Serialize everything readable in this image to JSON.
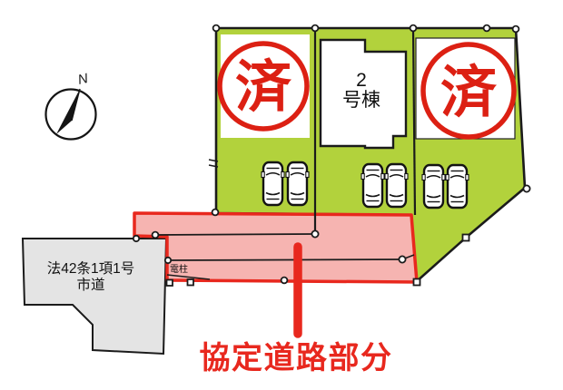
{
  "diagram": {
    "compass_label": "N",
    "lots": {
      "lot1_stamp": "済",
      "lot2_label_line1": "2",
      "lot2_label_line2": "号棟",
      "lot3_stamp": "済"
    },
    "city_road_label_line1": "法42条1項1号",
    "city_road_label_line2": "市道",
    "pole_label": "電柱",
    "agreement_road_label": "協定道路部分"
  },
  "colors": {
    "lot_green": "#b2d23c",
    "road_pink": "#f6b4b1",
    "accent_red": "#e8281e",
    "stamp_red": "#dc2013",
    "city_road_gray": "#e4e4e4",
    "line_black": "#1b1b1b"
  }
}
